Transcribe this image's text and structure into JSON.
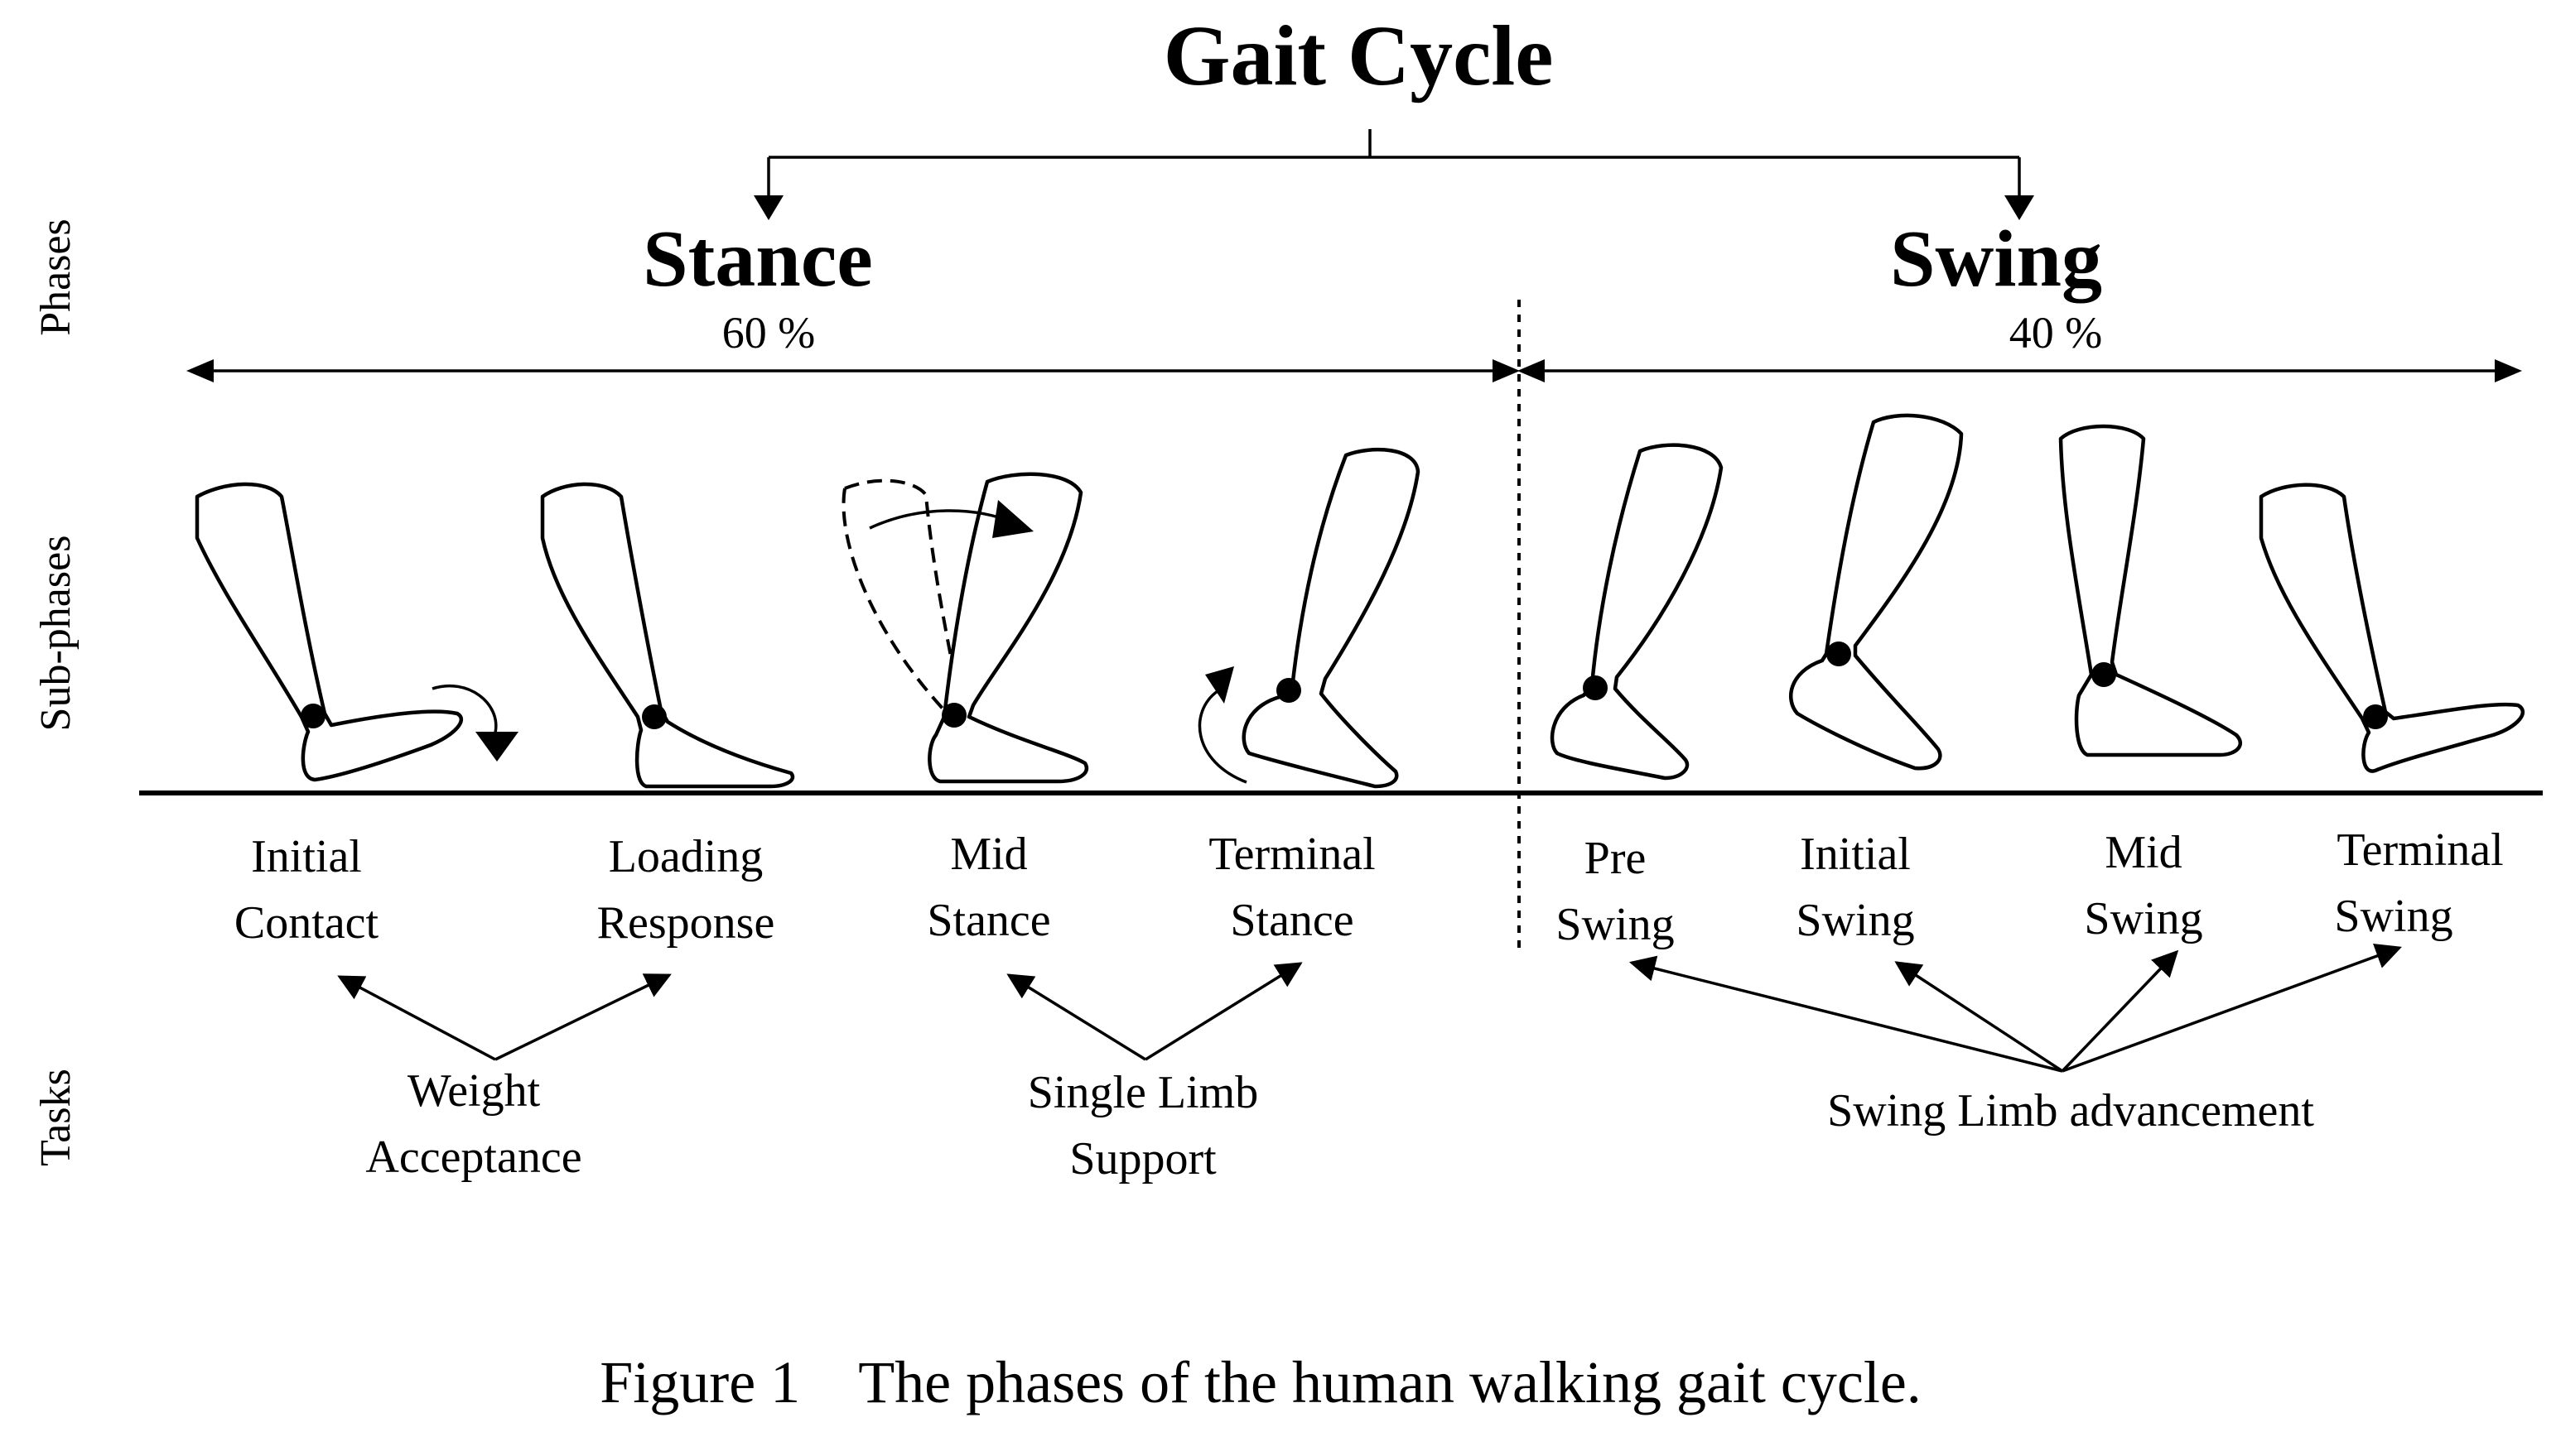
{
  "title": "Gait Cycle",
  "phases": {
    "axis_label": "Phases",
    "stance": {
      "label": "Stance",
      "percent": "60 %"
    },
    "swing": {
      "label": "Swing",
      "percent": "40 %"
    }
  },
  "subphases": {
    "axis_label": "Sub-phases",
    "items": [
      {
        "line1": "Initial",
        "line2": "Contact"
      },
      {
        "line1": "Loading",
        "line2": "Response"
      },
      {
        "line1": "Mid",
        "line2": "Stance"
      },
      {
        "line1": "Terminal",
        "line2": "Stance"
      },
      {
        "line1": "Pre",
        "line2": "Swing"
      },
      {
        "line1": "Initial",
        "line2": "Swing"
      },
      {
        "line1": "Mid",
        "line2": "Swing"
      },
      {
        "line1": "Terminal",
        "line2": "Swing"
      }
    ]
  },
  "tasks": {
    "axis_label": "Tasks",
    "weight_acceptance": {
      "line1": "Weight",
      "line2": "Acceptance"
    },
    "single_limb_support": {
      "line1": "Single Limb",
      "line2": "Support"
    },
    "swing_limb_advancement": "Swing Limb advancement"
  },
  "caption": {
    "number": "Figure 1",
    "text": "The phases of the human walking gait cycle."
  }
}
